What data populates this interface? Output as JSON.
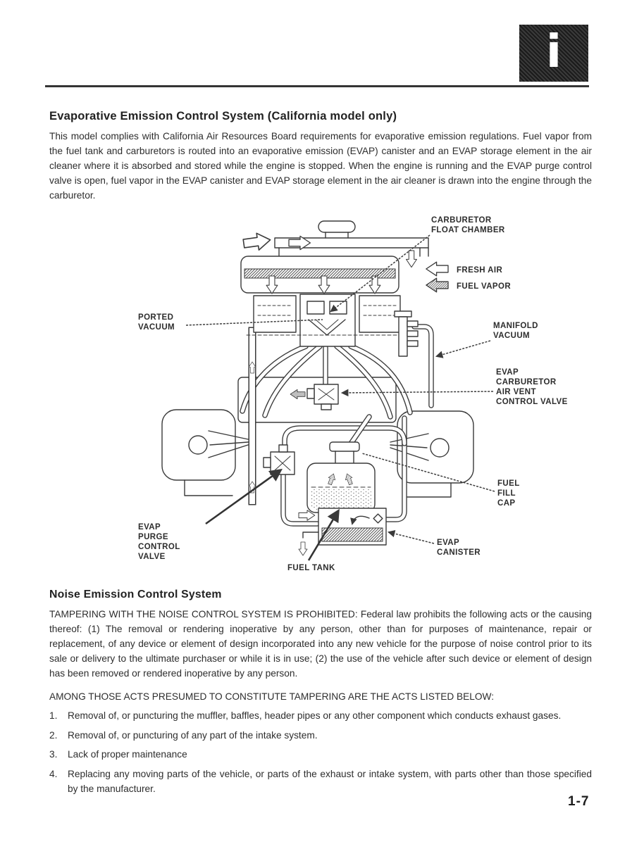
{
  "page": {
    "tab_icon": "i",
    "page_number": "1-7"
  },
  "section_evap": {
    "title": "Evaporative Emission Control System (California model only)",
    "body": "This model complies with California Air Resources Board requirements for evaporative emission regulations. Fuel vapor from the fuel tank and carburetors is routed into an evaporative emission (EVAP) canister and an EVAP storage element in the air cleaner where it is absorbed and stored while the engine is stopped. When the engine is running and the EVAP purge control valve is open, fuel vapor in the EVAP canister and EVAP storage element in the air cleaner is drawn into the engine through the carburetor."
  },
  "diagram": {
    "labels": {
      "carburetor_float_chamber": [
        "CARBURETOR",
        "FLOAT CHAMBER"
      ],
      "fresh_air": [
        "FRESH AIR"
      ],
      "fuel_vapor": [
        "FUEL VAPOR"
      ],
      "ported_vacuum": [
        "PORTED",
        "VACUUM"
      ],
      "manifold_vacuum": [
        "MANIFOLD",
        "VACUUM"
      ],
      "evap_air_vent": [
        "EVAP",
        "CARBURETOR",
        "AIR VENT",
        "CONTROL VALVE"
      ],
      "fuel_fill_cap": [
        "FUEL",
        "FILL",
        "CAP"
      ],
      "evap_purge": [
        "EVAP",
        "PURGE",
        "CONTROL",
        "VALVE"
      ],
      "evap_canister": [
        "EVAP",
        "CANISTER"
      ],
      "fuel_tank": [
        "FUEL TANK"
      ]
    },
    "line_color": "#3a3a3a"
  },
  "section_noise": {
    "title": "Noise Emission Control System",
    "para1": "TAMPERING WITH THE NOISE CONTROL SYSTEM IS PROHIBITED: Federal law prohibits the following acts or the causing thereof: (1) The removal or rendering inoperative by any person, other than for purposes of maintenance, repair or replacement, of any device or element of design incorporated into any new vehicle for the purpose of noise control prior to its sale or delivery to the ultimate purchaser or while it is in use; (2) the use of the vehicle after such device or element of design has been removed or rendered inoperative by any person.",
    "para2": "AMONG THOSE ACTS PRESUMED TO CONSTITUTE TAMPERING ARE THE ACTS LISTED BELOW:",
    "acts": [
      "Removal of, or puncturing the muffler, baffles, header pipes or any other component which conducts exhaust gases.",
      "Removal of, or puncturing of any part of the intake system.",
      "Lack of proper maintenance",
      "Replacing any moving parts of the vehicle, or parts of the exhaust or intake system, with parts other than those specified by the manufacturer."
    ]
  }
}
